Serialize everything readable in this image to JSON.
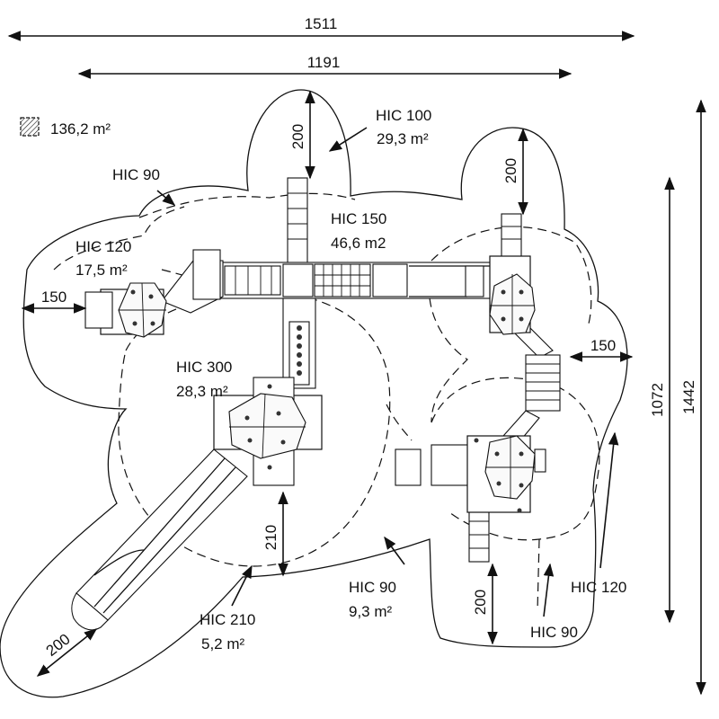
{
  "dimensions": {
    "total_width": "1511",
    "inner_width": "1191",
    "height_short": "1072",
    "height_long": "1442"
  },
  "legend": {
    "area": "136,2 m²",
    "icon": "hatched-square-icon"
  },
  "zones": {
    "hic100": {
      "label": "HIC 100",
      "area": "29,3 m²"
    },
    "hic150": {
      "label": "HIC 150",
      "area": "46,6 m2"
    },
    "hic90_top": {
      "label": "HIC  90"
    },
    "hic120_left": {
      "label": "HIC 120",
      "area": "17,5 m²"
    },
    "hic300": {
      "label": "HIC 300",
      "area": "28,3 m²"
    },
    "hic210": {
      "label": "HIC 210",
      "area": "5,2 m²"
    },
    "hic90_bottom": {
      "label": "HIC  90",
      "area": "9,3 m²"
    },
    "hic120_right": {
      "label": "HIC 120"
    },
    "hic90_right": {
      "label": "HIC  90"
    }
  },
  "clearances": {
    "top_center": "200",
    "top_right": "200",
    "left": "150",
    "right": "150",
    "center_bottom": "210",
    "bottom_right": "200",
    "slide_end": "200"
  }
}
